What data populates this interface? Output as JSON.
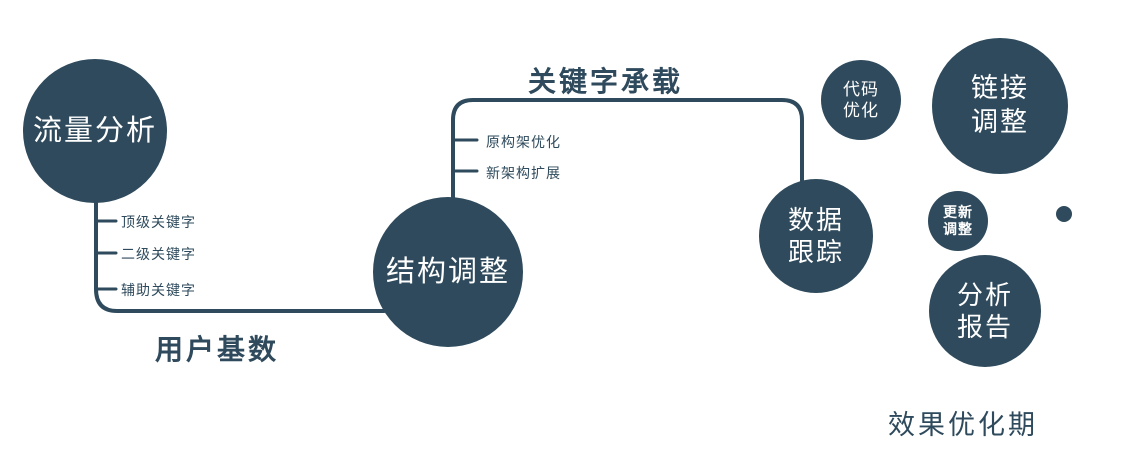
{
  "colors": {
    "primary": "#2e4a5c",
    "background": "#ffffff",
    "node_text": "#ffffff"
  },
  "nodes": {
    "traffic": {
      "label": "流量分析"
    },
    "structure": {
      "label": "结构调整"
    },
    "data_tracking": {
      "line1": "数据",
      "line2": "跟踪"
    },
    "code_opt": {
      "line1": "代码",
      "line2": "优化"
    },
    "link_adjust": {
      "line1": "链接",
      "line2": "调整"
    },
    "update_adjust": {
      "line1": "更新",
      "line2": "调整"
    },
    "analysis_report": {
      "line1": "分析",
      "line2": "报告"
    }
  },
  "edge_labels": {
    "user_base": "用户基数",
    "keyword_carry": "关键字承载"
  },
  "branch_labels": {
    "traffic": [
      "顶级关键字",
      "二级关键字",
      "辅助关键字"
    ],
    "structure": [
      "原构架优化",
      "新架构扩展"
    ]
  },
  "caption": "效果优化期"
}
